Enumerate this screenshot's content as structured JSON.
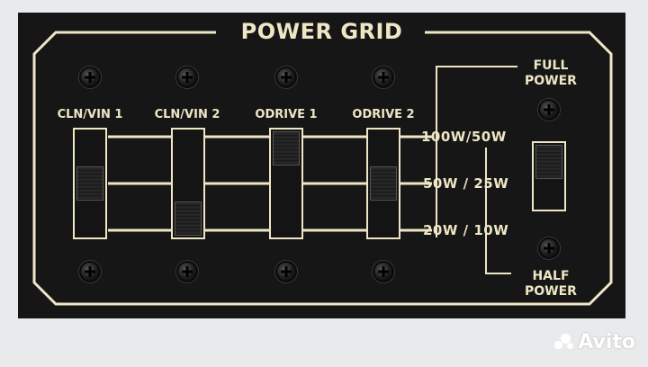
{
  "panel": {
    "title": "POWER GRID",
    "channels": [
      "CLN/VIN 1",
      "CLN/VIN 2",
      "ODRIVE 1",
      "ODRIVE 2"
    ],
    "channel_positions": [
      1,
      2,
      0,
      1
    ],
    "wattage_labels": [
      "100W/50W",
      "50W / 25W",
      "20W / 10W"
    ],
    "full_power_label": [
      "FULL",
      "POWER"
    ],
    "half_power_label": [
      "HALF",
      "POWER"
    ],
    "power_switch_position": "full",
    "colors": {
      "panel": "#161616",
      "ink": "#eee6c5",
      "background": "#e9eaec"
    }
  },
  "watermark": {
    "text": "Avito",
    "icon": "avito-logo-icon"
  }
}
